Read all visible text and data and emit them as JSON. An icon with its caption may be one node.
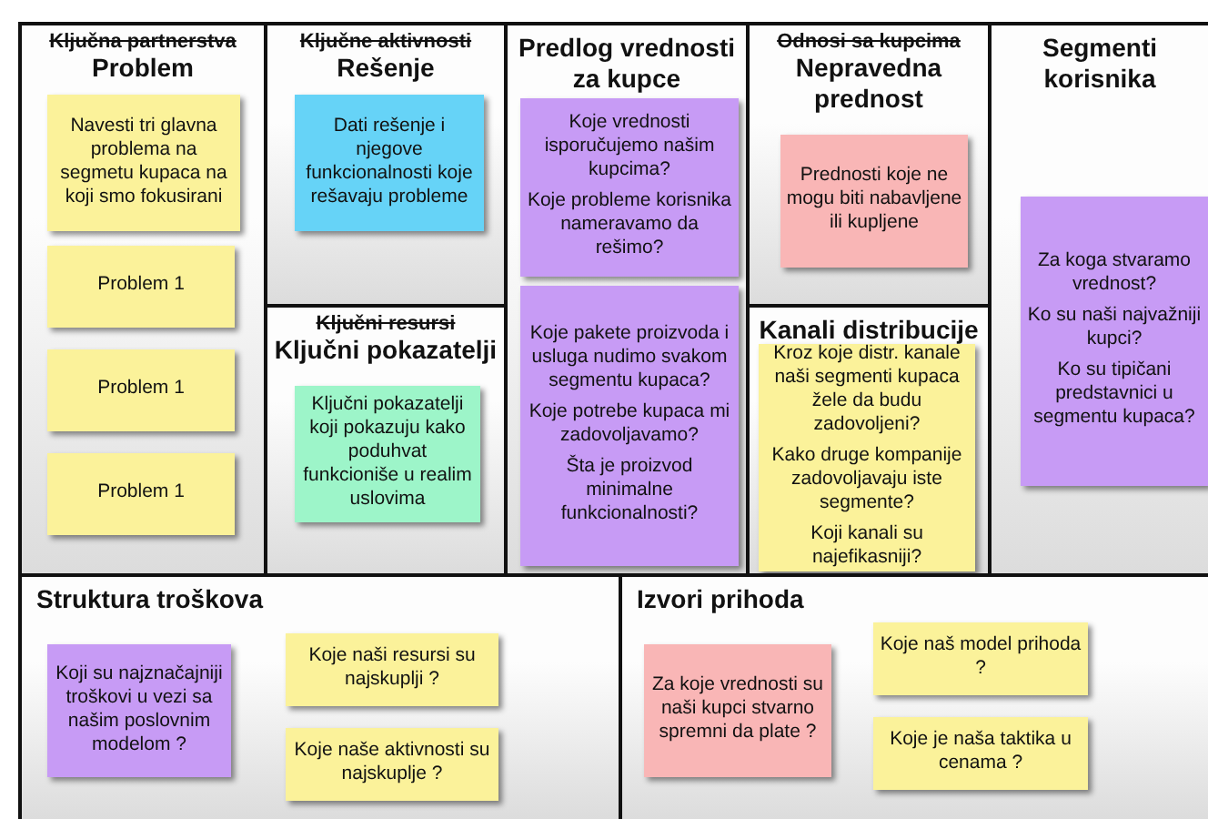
{
  "diagram": {
    "nodes": [
      {
        "text": [
          "Ključna partnerstva",
          "Problem"
        ]
      },
      {
        "text": [
          "Navesti tri glavna problema na segmetu kupaca na koji smo fokusirani"
        ],
        "in": 0
      },
      {
        "text": [
          "Problem 1"
        ],
        "in": 0
      },
      {
        "text": [
          "Problem 1"
        ],
        "in": 0
      },
      {
        "text": [
          "Problem 1"
        ],
        "in": 0
      },
      {
        "text": [
          "Ključne aktivnosti",
          "Rešenje"
        ]
      },
      {
        "text": [
          "Dati rešenje i njegove funkcionalnosti koje rešavaju probleme"
        ],
        "in": 5
      },
      {
        "text": [
          "Ključni resursi",
          "Ključni pokazatelji"
        ]
      },
      {
        "text": [
          "Ključni pokazatelji koji pokazuju kako poduhvat funkcioniše u realim uslovima"
        ],
        "in": 7
      },
      {
        "text": [
          "Predlog vrednosti za kupce"
        ]
      },
      {
        "text": [
          "Koje vrednosti isporučujemo našim kupcima?",
          "Koje probleme korisnika nameravamo da rešimo?"
        ],
        "in": 9
      },
      {
        "text": [
          "Koje pakete proizvoda i usluga nudimo svakom segmentu kupaca?",
          "Koje potrebe kupaca mi zadovoljavamo?",
          "Šta je proizvod minimalne funkcionalnosti?"
        ],
        "in": 9
      },
      {
        "text": [
          "Odnosi sa kupcima",
          "Nepravedna prednost"
        ]
      },
      {
        "text": [
          "Prednosti koje ne mogu biti nabavljene ili kupljene"
        ],
        "in": 12
      },
      {
        "text": [
          "Kanali distribucije"
        ]
      },
      {
        "text": [
          "Kroz koje distr. kanale naši segmenti kupaca žele da budu zadovoljeni?",
          "Kako druge kompanije zadovoljavaju iste segmente?",
          "Koji kanali su najefikasniji?"
        ],
        "in": 14
      },
      {
        "text": [
          "Segmenti korisnika"
        ]
      },
      {
        "text": [
          "Za koga stvaramo vrednost?",
          "Ko su naši najvažniji kupci?",
          "Ko su tipičani predstavnici u segmentu kupaca?"
        ],
        "in": 16
      },
      {
        "text": [
          "Struktura troškova"
        ]
      },
      {
        "text": [
          "Koji su najznačajniji troškovi u vezi sa našim poslovnim modelom ?"
        ],
        "in": 18
      },
      {
        "text": [
          "Koje naši resursi su najskuplji ?"
        ],
        "in": 18
      },
      {
        "text": [
          "Koje naše aktivnosti su najskuplje ?"
        ],
        "in": 18
      },
      {
        "text": [
          "Izvori prihoda"
        ]
      },
      {
        "text": [
          "Za koje vrednosti su naši kupci stvarno spremni da plate ?"
        ],
        "in": 22
      },
      {
        "text": [
          "Koje naš model prihoda ?"
        ],
        "in": 22
      },
      {
        "text": [
          "Koje je naša taktika u cenama ?"
        ],
        "in": 22
      }
    ]
  }
}
